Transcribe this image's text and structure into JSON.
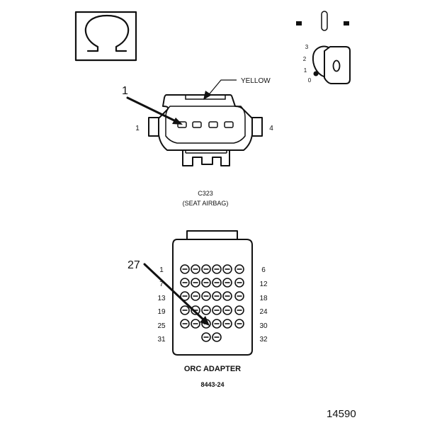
{
  "meter_symbol": "ohm-icon",
  "ignition_positions": [
    "3",
    "2",
    "1",
    "0"
  ],
  "c323": {
    "wire_color_label": "YELLOW",
    "callout": "1",
    "pin_left": "1",
    "pin_right": "4",
    "title": "C323",
    "subtitle": "(SEAT AIRBAG)"
  },
  "adapter": {
    "callout": "27",
    "row_labels_left": [
      "1",
      "7",
      "13",
      "19",
      "25",
      "31"
    ],
    "row_labels_right": [
      "6",
      "12",
      "18",
      "24",
      "30",
      "32"
    ],
    "title": "ORC ADAPTER",
    "part_number": "8443-24"
  },
  "figure_number": "14590"
}
